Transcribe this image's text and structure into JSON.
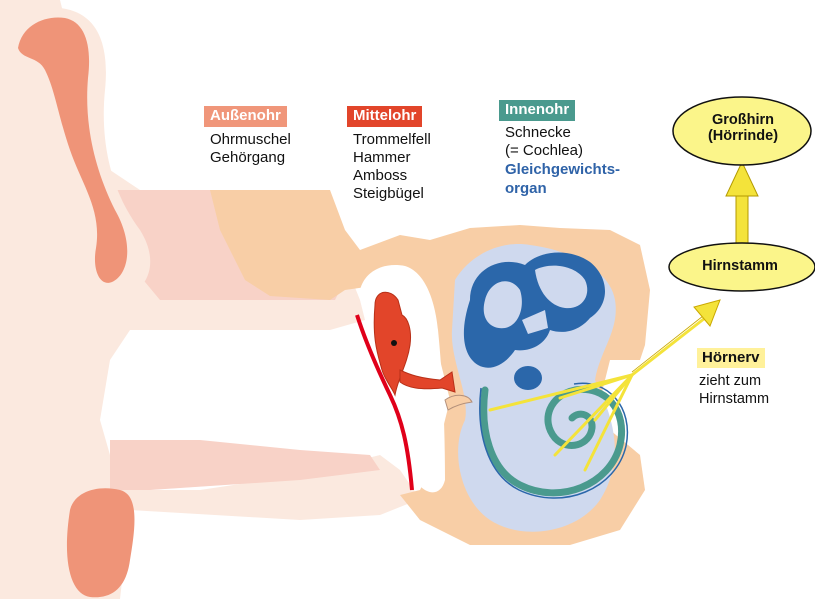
{
  "colors": {
    "outer": "#f0967a",
    "middle": "#e2452a",
    "inner": "#4a9a8e",
    "hoernerv": "#fff19a",
    "skin": "#fbe9df",
    "bone": "#f8cea6",
    "cartilage": "#f3a58a",
    "ossicle": "#e2452a",
    "labyrinth": "#2b67aa",
    "cochlea": "#4a9a8e",
    "nerve": "#f4e33a",
    "brain": "#fbf58a"
  },
  "sections": {
    "outer": {
      "title": "Außenohr",
      "items": [
        "Ohrmuschel",
        "Gehörgang"
      ]
    },
    "middle": {
      "title": "Mittelohr",
      "items": [
        "Trommelfell",
        "Hammer",
        "Amboss",
        "Steigbügel"
      ]
    },
    "inner": {
      "title": "Innenohr",
      "items": [
        "Schnecke",
        "(= Cochlea)"
      ],
      "accent_lines": [
        "Gleichgewichts-",
        "organ"
      ]
    }
  },
  "nerve": {
    "title": "Hörnerv",
    "lines": [
      "zieht zum",
      "Hirnstamm"
    ]
  },
  "brain": {
    "line1": "Großhirn",
    "line2": "(Hörrinde)"
  },
  "brainstem": {
    "label": "Hirnstamm"
  }
}
